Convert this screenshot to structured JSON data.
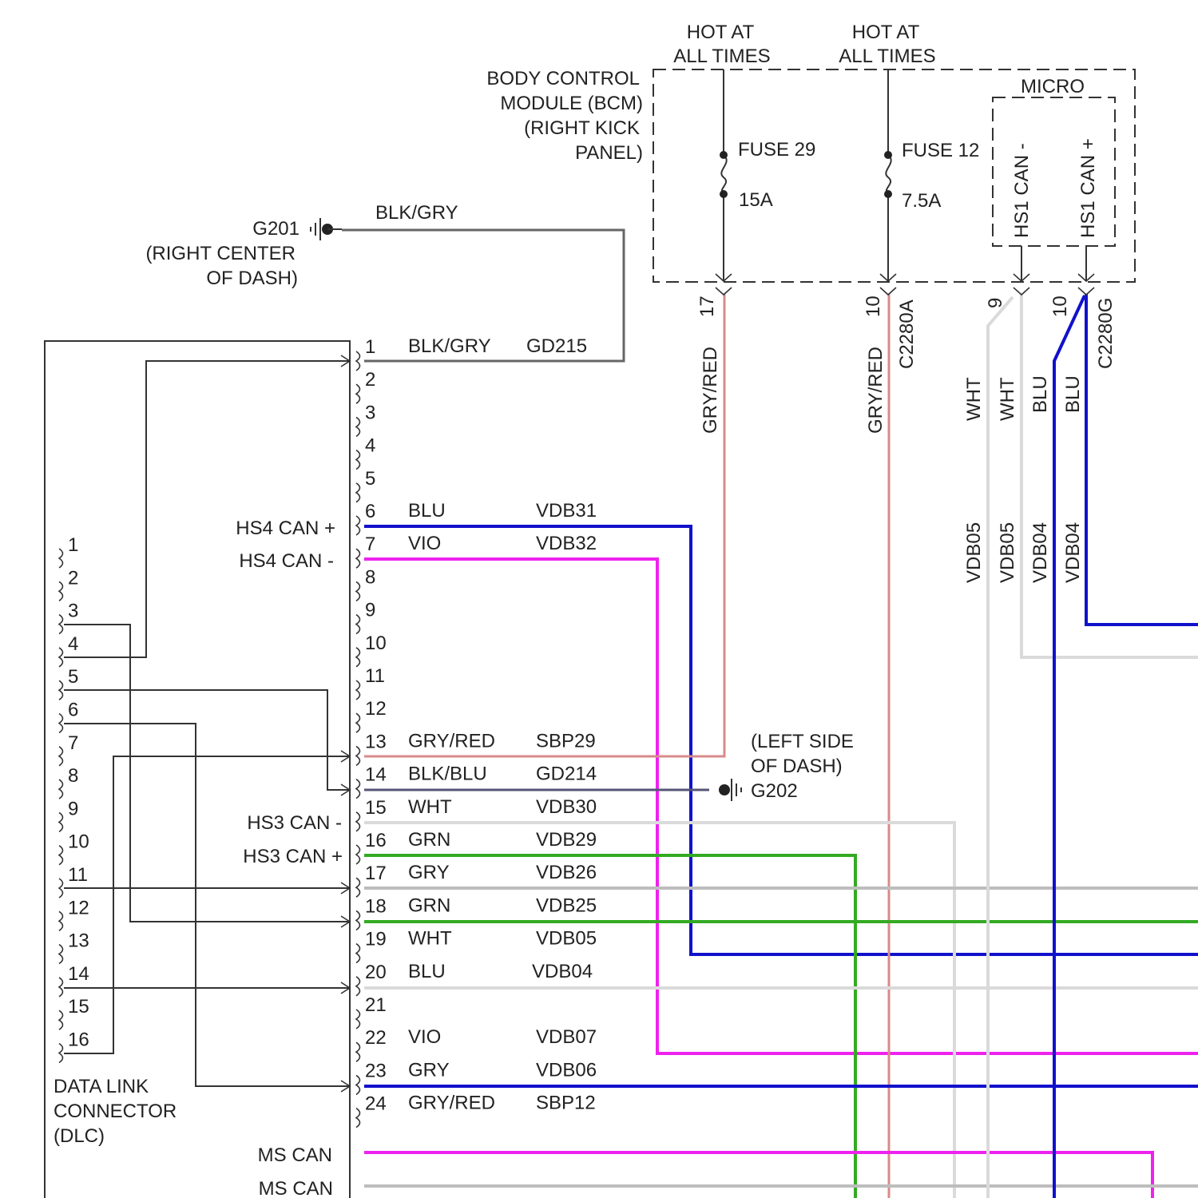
{
  "title": "",
  "colors": {
    "BLU": "#1111cc",
    "VIO": "#ee22ee",
    "GRN": "#33aa22",
    "GRY": "#bdbdbd",
    "WHT": "#dadada",
    "BLK_GRY": "#666666",
    "BLK_BLU": "#555577",
    "GRY_RED": "#d88a8a",
    "line": "#333333"
  },
  "bcm": {
    "label_lines": [
      "BODY CONTROL",
      "MODULE (BCM)",
      "(RIGHT KICK",
      "PANEL)"
    ],
    "hot_1": [
      "HOT AT",
      "ALL TIMES"
    ],
    "hot_2": [
      "HOT AT",
      "ALL TIMES"
    ],
    "fuse_1": {
      "name": "FUSE 29",
      "rating": "15A"
    },
    "fuse_2": {
      "name": "FUSE 12",
      "rating": "7.5A"
    },
    "micro": {
      "label": "MICRO",
      "pin_minus": "HS1 CAN -",
      "pin_plus": "HS1 CAN +"
    }
  },
  "bcm_pins": [
    {
      "pin": "17",
      "color": "GRY/RED"
    },
    {
      "pin": "10",
      "color": "GRY/RED",
      "connector": "C2280A"
    },
    {
      "pin": "9",
      "color": "WHT"
    },
    {
      "pin": "10",
      "color": "BLU",
      "connector": "C2280G"
    }
  ],
  "bcm_circuits": [
    {
      "color": "WHT",
      "circuit": "VDB05"
    },
    {
      "color": "WHT",
      "circuit": "VDB05"
    },
    {
      "color": "BLU",
      "circuit": "VDB04"
    },
    {
      "color": "BLU",
      "circuit": "VDB04"
    }
  ],
  "ground_g201": {
    "name": "G201",
    "location_lines": [
      "(RIGHT CENTER",
      "OF DASH)"
    ],
    "wire_color": "BLK/GRY"
  },
  "ground_g202": {
    "name": "G202",
    "location_lines": [
      "(LEFT SIDE",
      "OF DASH)"
    ]
  },
  "connector_rows": [
    {
      "pin": "1",
      "color": "BLK/GRY",
      "circuit": "GD215"
    },
    {
      "pin": "2",
      "color": "",
      "circuit": ""
    },
    {
      "pin": "3",
      "color": "",
      "circuit": ""
    },
    {
      "pin": "4",
      "color": "",
      "circuit": ""
    },
    {
      "pin": "5",
      "color": "",
      "circuit": ""
    },
    {
      "pin": "6",
      "color": "BLU",
      "circuit": "VDB31"
    },
    {
      "pin": "7",
      "color": "VIO",
      "circuit": "VDB32"
    },
    {
      "pin": "8",
      "color": "",
      "circuit": ""
    },
    {
      "pin": "9",
      "color": "",
      "circuit": ""
    },
    {
      "pin": "10",
      "color": "",
      "circuit": ""
    },
    {
      "pin": "11",
      "color": "",
      "circuit": ""
    },
    {
      "pin": "12",
      "color": "",
      "circuit": ""
    },
    {
      "pin": "13",
      "color": "GRY/RED",
      "circuit": "SBP29"
    },
    {
      "pin": "14",
      "color": "BLK/BLU",
      "circuit": "GD214"
    },
    {
      "pin": "15",
      "color": "WHT",
      "circuit": "VDB30"
    },
    {
      "pin": "16",
      "color": "GRN",
      "circuit": "VDB29"
    },
    {
      "pin": "17",
      "color": "GRY",
      "circuit": "VDB26"
    },
    {
      "pin": "18",
      "color": "GRN",
      "circuit": "VDB25"
    },
    {
      "pin": "19",
      "color": "WHT",
      "circuit": "VDB05"
    },
    {
      "pin": "20",
      "color": "BLU",
      "circuit": "VDB04"
    },
    {
      "pin": "21",
      "color": "",
      "circuit": ""
    },
    {
      "pin": "22",
      "color": "VIO",
      "circuit": "VDB07"
    },
    {
      "pin": "23",
      "color": "GRY",
      "circuit": "VDB06"
    },
    {
      "pin": "24",
      "color": "GRY/RED",
      "circuit": "SBP12"
    }
  ],
  "gateway_labels": [
    "HS4 CAN +",
    "HS4 CAN -",
    "HS3 CAN -",
    "HS3 CAN +",
    "MS CAN",
    "MS CAN"
  ],
  "dlc": {
    "label_lines": [
      "DATA LINK",
      "CONNECTOR",
      "(DLC)"
    ],
    "pins": [
      "1",
      "2",
      "3",
      "4",
      "5",
      "6",
      "7",
      "8",
      "9",
      "10",
      "11",
      "12",
      "13",
      "14",
      "15",
      "16"
    ]
  }
}
